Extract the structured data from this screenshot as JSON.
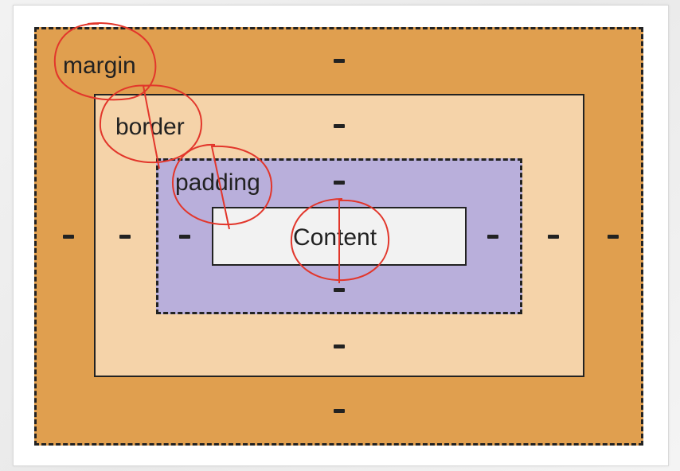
{
  "diagram": {
    "labels": {
      "margin": "margin",
      "border": "border",
      "padding": "padding",
      "content": "Content"
    },
    "value_placeholder": "-"
  },
  "colors": {
    "margin": "#e09f4f",
    "border": "#f5d3a9",
    "padding": "#b9afdb",
    "content": "#f2f2f2",
    "annotation": "#e2362b",
    "outline": "#222222"
  }
}
